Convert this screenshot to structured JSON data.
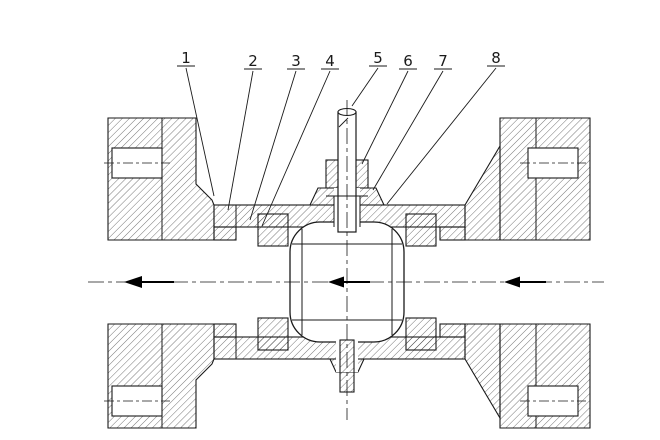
{
  "figure": {
    "kind": "engineering-cross-section",
    "colors": {
      "line": "#1a1a1a",
      "background": "#ffffff"
    },
    "callouts": [
      {
        "number": "1"
      },
      {
        "number": "2"
      },
      {
        "number": "3"
      },
      {
        "number": "4"
      },
      {
        "number": "5"
      },
      {
        "number": "6"
      },
      {
        "number": "7"
      },
      {
        "number": "8"
      }
    ],
    "flow": {
      "arrow_count": 3,
      "direction": "left"
    }
  }
}
